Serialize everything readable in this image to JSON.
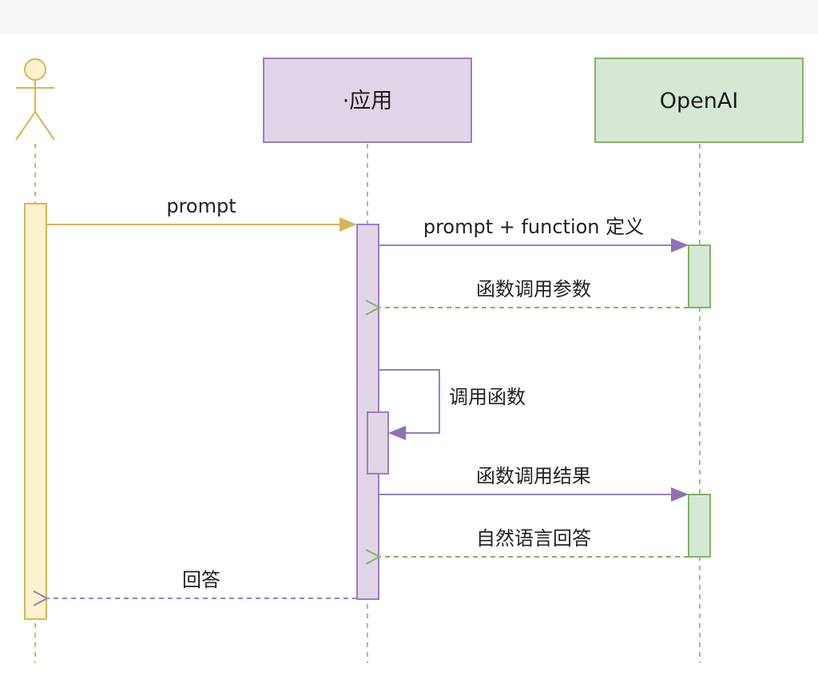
{
  "participants": {
    "actor": {
      "label": ""
    },
    "app": {
      "label": "·应用"
    },
    "openai": {
      "label": "OpenAI"
    }
  },
  "messages": {
    "m1": "prompt",
    "m2": "prompt + function 定义",
    "m3": "函数调用参数",
    "m4": "调用函数",
    "m5": "函数调用结果",
    "m6": "自然语言回答",
    "m7": "回答"
  },
  "colors": {
    "actor": "#e0c860",
    "actor_fill": "#fff2cc",
    "app_stroke": "#9a7fbd",
    "app_fill": "#e1d5e7",
    "openai_stroke": "#82b366",
    "openai_fill": "#d5e8d4",
    "lifeline": "#999999"
  }
}
